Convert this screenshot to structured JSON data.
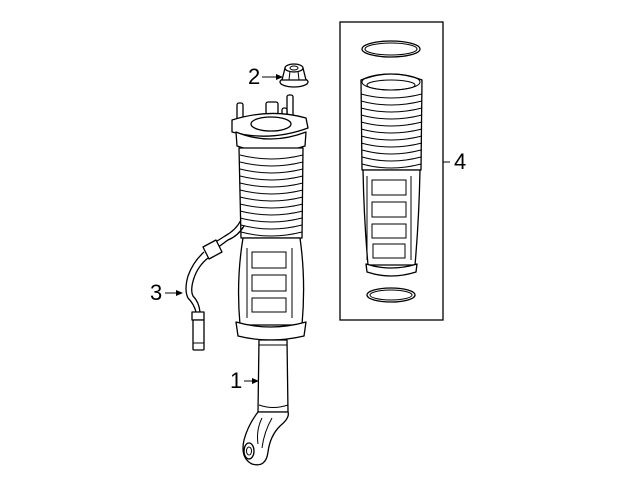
{
  "diagram": {
    "type": "exploded-parts-diagram",
    "subject": "front air suspension strut assembly",
    "callouts": [
      {
        "id": "1",
        "label": "1",
        "part": "strut assembly"
      },
      {
        "id": "2",
        "label": "2",
        "part": "nut"
      },
      {
        "id": "3",
        "label": "3",
        "part": "sensor harness"
      },
      {
        "id": "4",
        "label": "4",
        "part": "boot kit (dust boot with rings)"
      }
    ]
  }
}
